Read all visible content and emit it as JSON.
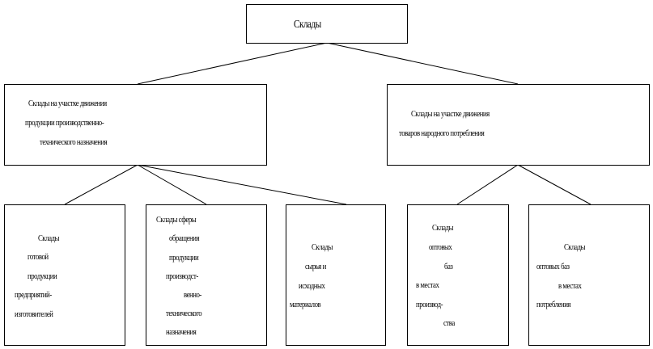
{
  "root": {
    "label": "Склады"
  },
  "level2": [
    {
      "lines": [
        "Склады на участке движения",
        "продукции производственно-",
        "технического назначения"
      ]
    },
    {
      "lines": [
        "Склады на участке движения",
        "товаров народного потребления"
      ]
    }
  ],
  "leaves": [
    {
      "lines": [
        "Склады",
        "готовой",
        "продукции",
        "предприятий-",
        "изготовителей"
      ]
    },
    {
      "lines": [
        "Склады сферы",
        "обращения",
        "продукции",
        "производст-",
        "венно-",
        "технического",
        "назначения"
      ]
    },
    {
      "lines": [
        "Склады",
        "сырья и",
        "исходных",
        "материалов"
      ]
    },
    {
      "lines": [
        "Склады",
        "оптовых",
        "баз",
        "в местах",
        "производ-",
        "ства"
      ]
    },
    {
      "lines": [
        "Склады",
        "оптовых баз",
        "в местах",
        "потребления"
      ]
    }
  ],
  "colors": {
    "line": "#000000",
    "box_border": "#000000",
    "background": "#ffffff"
  }
}
